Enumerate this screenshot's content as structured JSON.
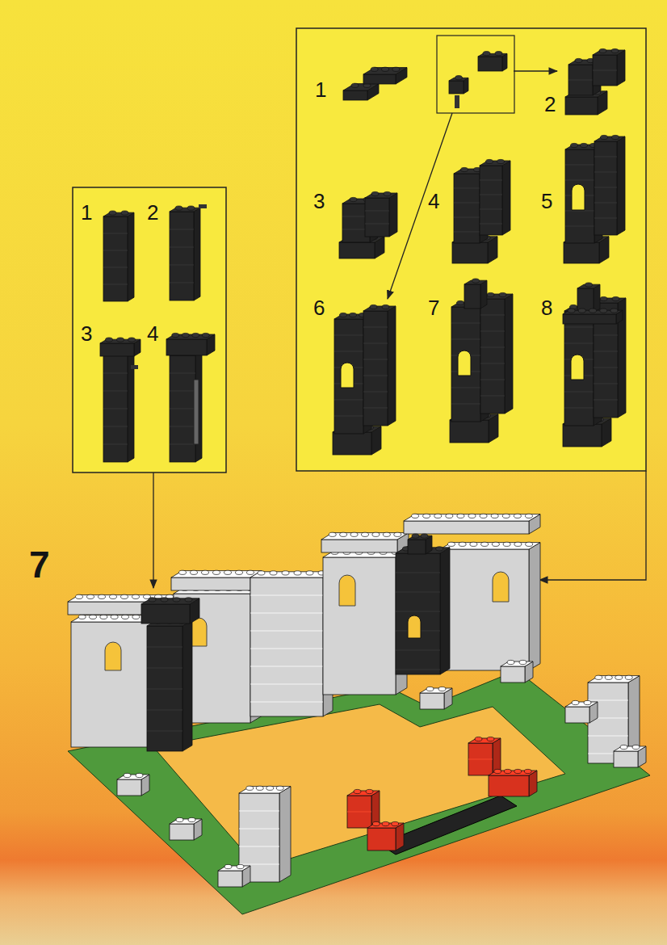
{
  "diagram": {
    "labels": [
      "1",
      "2",
      "3",
      "4",
      "5",
      "6",
      "7",
      "8",
      "1",
      "2",
      "3",
      "4",
      "7"
    ]
  }
}
